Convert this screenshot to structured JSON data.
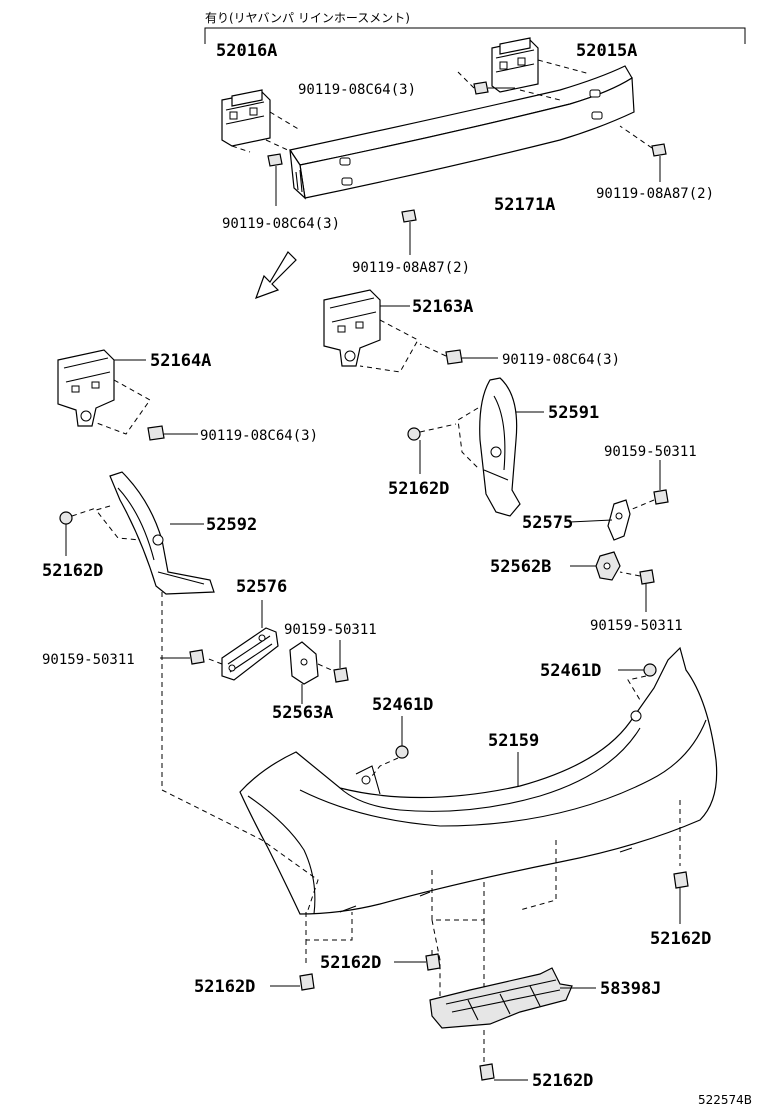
{
  "header_note": "有り(リヤバンパ リインホースメント)",
  "figure_id": "522574B",
  "parts": {
    "p52016A": "52016A",
    "p52015A": "52015A",
    "p52171A": "52171A",
    "p52163A": "52163A",
    "p52164A": "52164A",
    "p52591": "52591",
    "p52592": "52592",
    "p52575": "52575",
    "p52562B": "52562B",
    "p52576": "52576",
    "p52563A": "52563A",
    "p52461D_a": "52461D",
    "p52461D_b": "52461D",
    "p52159": "52159",
    "p58398J": "58398J",
    "p52162D_a": "52162D",
    "p52162D_b": "52162D",
    "p52162D_c": "52162D",
    "p52162D_d": "52162D",
    "p52162D_e": "52162D",
    "p52162D_f": "52162D"
  },
  "bolts": {
    "b1": "90119-08C64(3)",
    "b2": "90119-08C64(3)",
    "b3": "90119-08A87(2)",
    "b4": "90119-08A87(2)",
    "b5": "90119-08C64(3)",
    "b6": "90119-08C64(3)",
    "b7": "90159-50311",
    "b8": "90159-50311",
    "b9": "90159-50311",
    "b10": "90159-50311"
  }
}
